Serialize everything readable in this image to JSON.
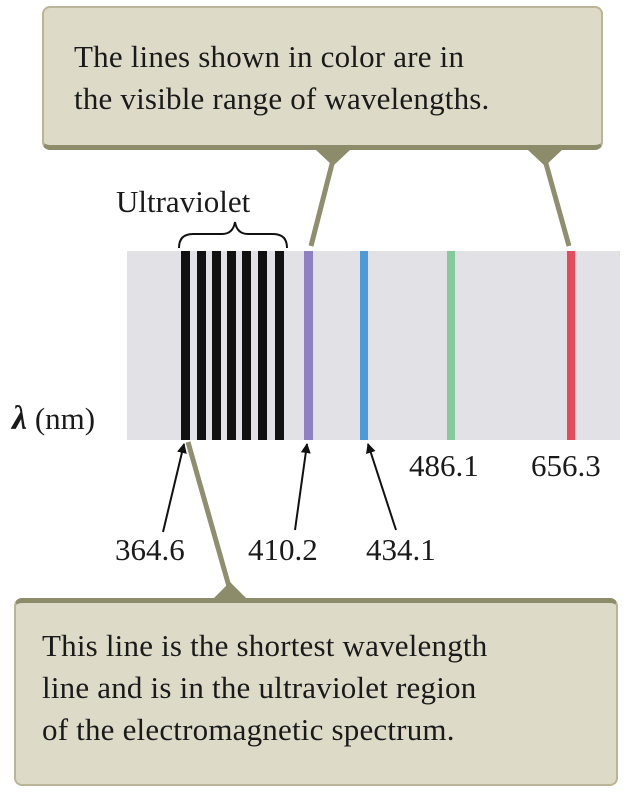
{
  "top_callout": {
    "lines": [
      "The lines shown in color are in",
      "the visible range of wavelengths."
    ]
  },
  "bottom_callout": {
    "lines": [
      "This line is the shortest wavelength",
      "line and is in the ultraviolet region",
      "of the electromagnetic spectrum."
    ]
  },
  "ultraviolet_label": "Ultraviolet",
  "axis_label": {
    "symbol": "λ",
    "unit": "(nm)"
  },
  "wavelength_labels": [
    "364.6",
    "410.2",
    "434.1",
    "486.1",
    "656.3"
  ],
  "colors": {
    "callout_fill": "#dddac8",
    "callout_border": "#8c8b6a",
    "spectrum_background": "#e2e2e6",
    "ultraviolet_lines": "#111111",
    "line_410_2": "#8f7fc4",
    "line_434_1": "#4d9ad8",
    "line_486_1": "#86c99a",
    "line_656_3": "#e84a5c"
  }
}
